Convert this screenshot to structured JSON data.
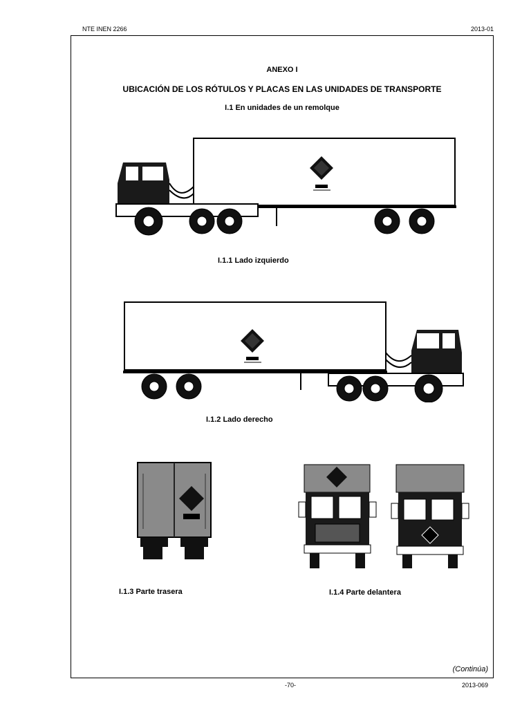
{
  "header": {
    "standard": "NTE INEN  2266",
    "date": "2013-01"
  },
  "annex": {
    "title": "ANEXO I",
    "heading": "UBICACIÓN DE LOS RÓTULOS Y PLACAS EN LAS UNIDADES DE TRANSPORTE",
    "section": "I.1  En unidades de un remolque"
  },
  "figures": {
    "left_side": "I.1.1  Lado izquierdo",
    "right_side": "I.1.2  Lado derecho",
    "rear": "I.1.3  Parte trasera",
    "front": "I.1.4  Parte delantera"
  },
  "footer": {
    "continues": "(Continúa)",
    "page": "-70-",
    "code": "2013-069"
  }
}
